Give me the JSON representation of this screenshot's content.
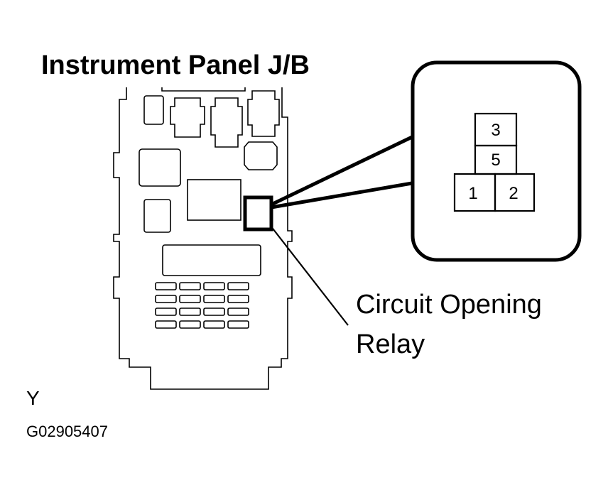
{
  "diagram": {
    "title": "Instrument Panel J/B",
    "callout_line1": "Circuit Opening",
    "callout_line2": "Relay",
    "relay_pins": {
      "top": "3",
      "middle": "5",
      "left": "1",
      "right": "2"
    },
    "corner_mark": "Y",
    "figure_code": "G02905407"
  }
}
